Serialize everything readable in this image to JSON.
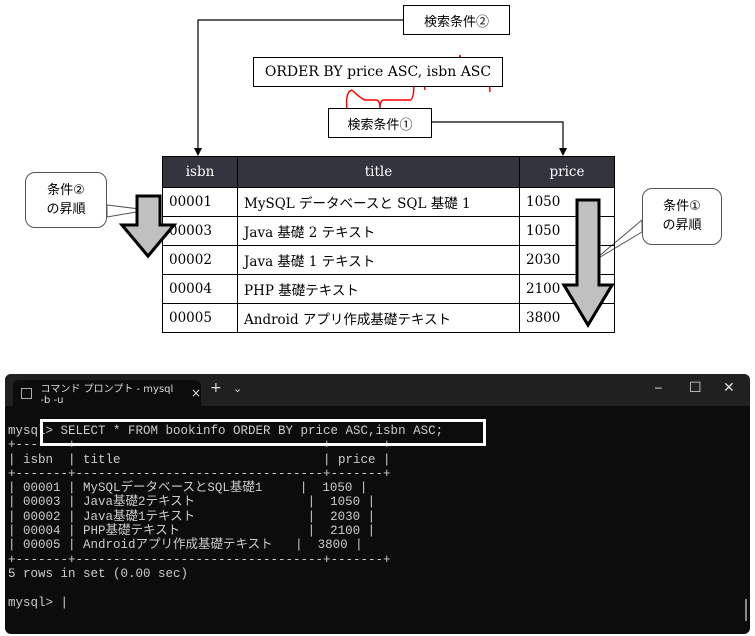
{
  "diagram": {
    "condition2_label": "検索条件②",
    "condition1_label": "検索条件①",
    "order_by_text": "ORDER BY price ASC, isbn ASC",
    "callout_left": [
      "条件②",
      "の昇順"
    ],
    "callout_right": [
      "条件①",
      "の昇順"
    ],
    "table": {
      "headers": [
        "isbn",
        "title",
        "price"
      ],
      "rows": [
        [
          "00001",
          "MySQL データベースと SQL 基礎 1",
          "1050"
        ],
        [
          "00003",
          "Java 基礎 2 テキスト",
          "1050"
        ],
        [
          "00002",
          "Java 基礎 1 テキスト",
          "2030"
        ],
        [
          "00004",
          "PHP 基礎テキスト",
          "2100"
        ],
        [
          "00005",
          "Android アプリ作成基礎テキスト",
          "3800"
        ]
      ]
    }
  },
  "terminal": {
    "tab_title": "コマンド プロンプト - mysql  -b -u",
    "tab_close": "×",
    "new_tab": "+",
    "dropdown": "⌄",
    "minimize": "─",
    "maximize": "☐",
    "close": "✕",
    "lines": [
      "mysql> SELECT * FROM bookinfo ORDER BY price ASC,isbn ASC;",
      "+-------+---------------------------------+-------+",
      "| isbn  | title                           | price |",
      "+-------+---------------------------------+-------+",
      "| 00001 | MySQLデータベースとSQL基礎1     |  1050 |",
      "| 00003 | Java基礎2テキスト               |  1050 |",
      "| 00002 | Java基礎1テキスト               |  2030 |",
      "| 00004 | PHP基礎テキスト                 |  2100 |",
      "| 00005 | Androidアプリ作成基礎テキスト   |  3800 |",
      "+-------+---------------------------------+-------+",
      "5 rows in set (0.00 sec)",
      "",
      "mysql> |"
    ]
  }
}
